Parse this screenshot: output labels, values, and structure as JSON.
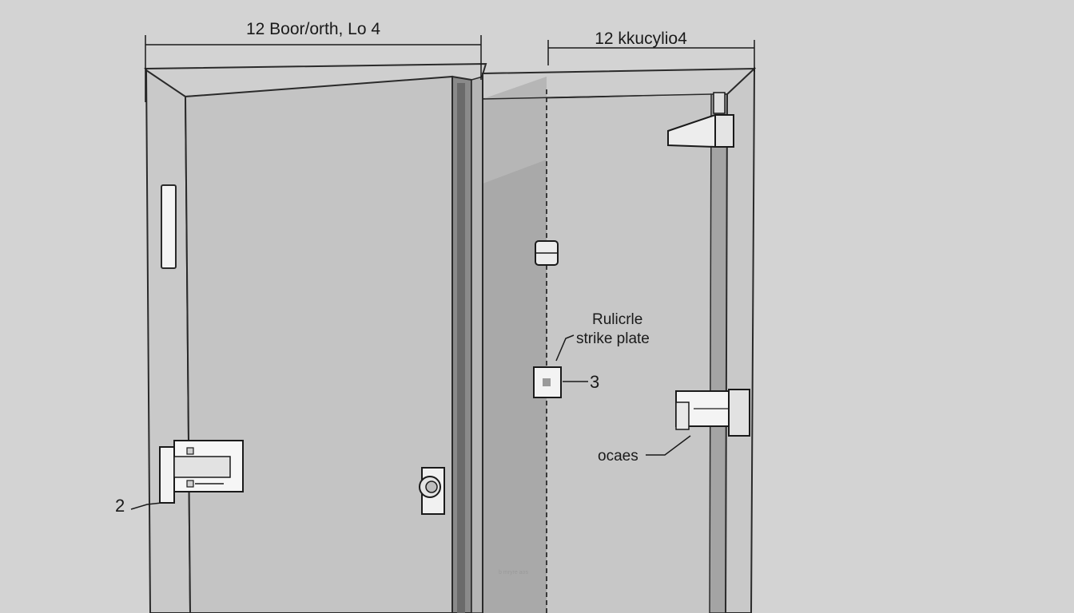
{
  "diagram": {
    "dimension_left": "12 Boor/orth, Lo 4",
    "dimension_right": "12 kkucylio4",
    "callout_strike_line1": "Rulicrle",
    "callout_strike_line2": "strike plate",
    "callout_number_3": "3",
    "callout_number_2": "2",
    "callout_oaes": "ocaes",
    "watermark": "b mryre aos"
  },
  "colors": {
    "background": "#d3d3d3",
    "door_panel": "#c4c4c4",
    "frame": "#c8c8c8",
    "outline": "#2a2a2a",
    "shadow": "#9f9f9f"
  }
}
